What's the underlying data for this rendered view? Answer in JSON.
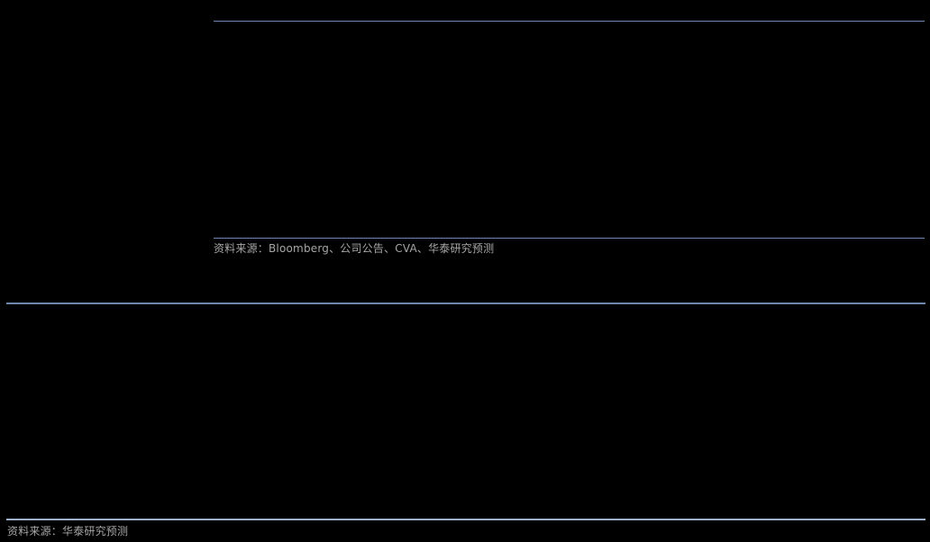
{
  "figures": [
    {
      "id": "top",
      "source_note": "资料来源：Bloomberg、公司公告、CVA、华泰研究预测"
    },
    {
      "id": "bottom",
      "source_note": "资料来源：华泰研究预测"
    }
  ],
  "colors": {
    "background": "#000000",
    "rule": "#6f86b0",
    "rule_light": "#9fb0cc",
    "source_text": "#a6a6a6"
  }
}
